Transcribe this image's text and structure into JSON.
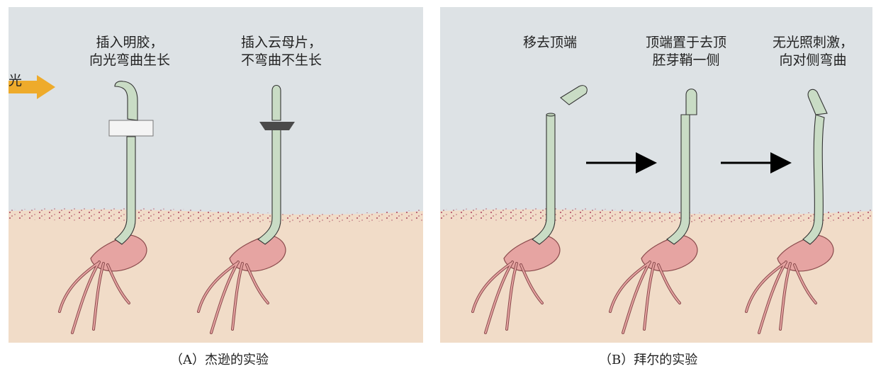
{
  "panel_a": {
    "light_label": "光",
    "left_label": [
      "插入明胶，",
      "向光弯曲生长"
    ],
    "right_label": [
      "插入云母片，",
      "不弯曲不生长"
    ],
    "caption": "（A）杰逊的实验"
  },
  "panel_b": {
    "step1_label": [
      "移去顶端"
    ],
    "step2_label": [
      "顶端置于去顶",
      "胚芽鞘一侧"
    ],
    "step3_label": [
      "无光照刺激，",
      "向对侧弯曲"
    ],
    "caption": "（B）拜尔的实验"
  },
  "colors": {
    "sky": "#dde2e5",
    "soil": "#f1dcc8",
    "stem": "#c9dcc5",
    "seed": "#e6a4a2",
    "light_arrow": "#eeab2b",
    "gelatin": "#f4f4f4",
    "mica": "#4a4a4a"
  }
}
